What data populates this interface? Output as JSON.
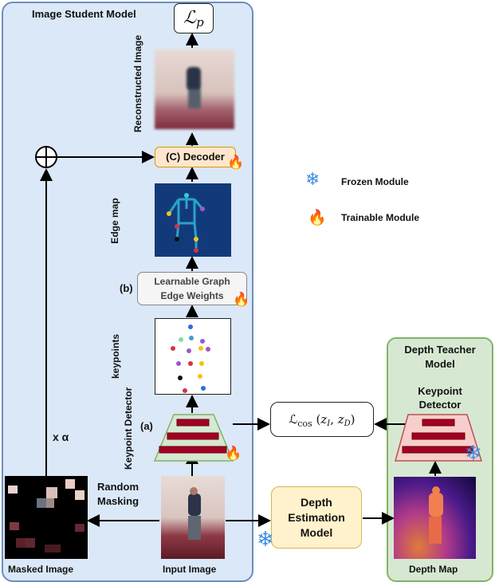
{
  "student": {
    "title": "Image Student Model",
    "loss_p": "ℒp",
    "reconstructed_label": "Reconstructed Image",
    "decoder_label": "(C) Decoder",
    "edge_map_label": "Edge map",
    "graph_tag": "(b)",
    "graph_line1": "Learnable Graph",
    "graph_line2": "Edge Weights",
    "keypoints_label": "keypoints",
    "detector_tag": "(a)",
    "detector_label": "Keypoint Detector",
    "alpha_label": "x α",
    "masking_line1": "Random",
    "masking_line2": "Masking",
    "masked_caption": "Masked Image",
    "input_caption": "Input Image"
  },
  "legend": {
    "frozen": "Frozen Module",
    "trainable": "Trainable Module"
  },
  "loss_cos": "ℒcos (zI, zD)",
  "depth_estimation": {
    "line1": "Depth",
    "line2": "Estimation",
    "line3": "Model"
  },
  "teacher": {
    "title_line1": "Depth Teacher",
    "title_line2": "Model",
    "detector_line1": "Keypoint",
    "detector_line2": "Detector",
    "depth_caption": "Depth Map"
  },
  "colors": {
    "student_panel": "#dbe8f7",
    "teacher_panel": "#d7e8d2",
    "decoder_fill": "#ffe6cc",
    "depth_est_fill": "#fff2cc",
    "detector_student": "#d5e8d4",
    "detector_teacher": "#f8cecc",
    "detector_bars": "#a20025",
    "edge_map_bg": "#123a7a"
  }
}
